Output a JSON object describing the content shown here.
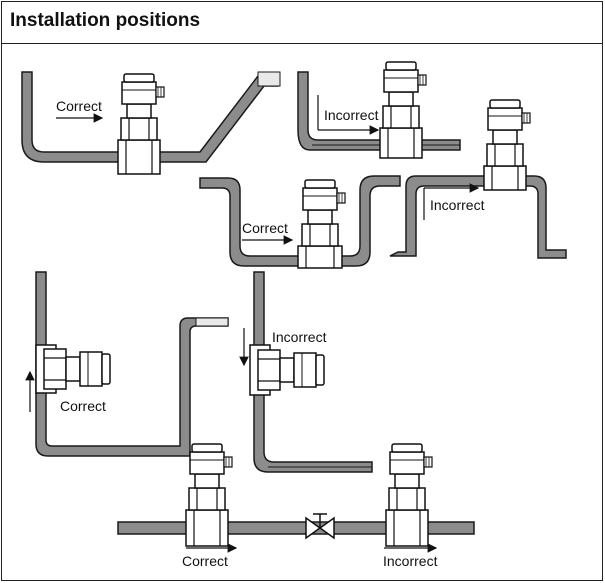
{
  "title": "Installation positions",
  "labels": {
    "correct": "Correct",
    "incorrect": "Incorrect"
  },
  "colors": {
    "pipe_fill": "#8c8c8c",
    "pipe_stroke": "#1a1a1a",
    "background": "#ffffff",
    "border": "#222222"
  }
}
